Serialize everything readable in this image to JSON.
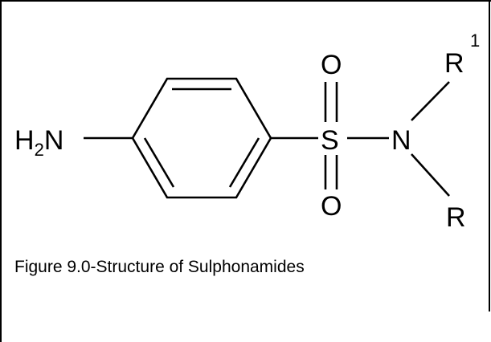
{
  "structure": {
    "amine_h": "H",
    "amine_sub": "2",
    "amine_n": "N",
    "sulfur": "S",
    "oxygen_top": "O",
    "oxygen_bottom": "O",
    "nitrogen": "N",
    "r_top": "R",
    "r_top_sup": "1",
    "r_bottom": "R"
  },
  "caption": "Figure 9.0-Structure of Sulphonamides",
  "colors": {
    "ink": "#000000",
    "background": "#ffffff"
  }
}
